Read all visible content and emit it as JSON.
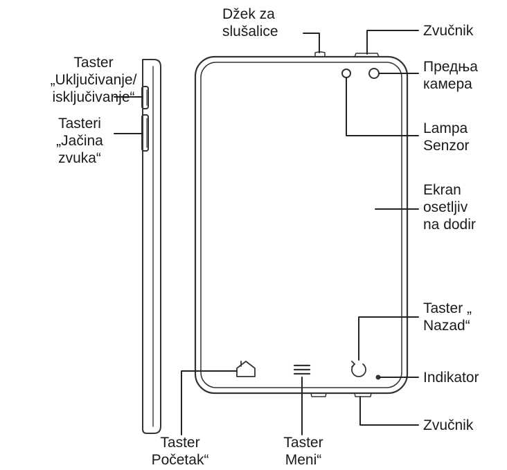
{
  "labels": {
    "power_button": "Taster\n„Uključivanje/\nisključivanje“",
    "volume_buttons": "Tasteri\n„Jačina\nzvuka“",
    "headphone_jack": "Džek za\nslušalice",
    "speaker_top": "Zvučnik",
    "front_camera": "Предња\nкамера",
    "lamp_sensor": "Lampa\nSenzor",
    "touch_screen": "Ekran\nosetljiv\nna dodir",
    "back_button": "Taster „\nNazad“",
    "indicator": "Indikator",
    "speaker_bottom": "Zvučnik",
    "home_button": "Taster\nPočetak“",
    "menu_button": "Taster\nMeni“"
  },
  "colors": {
    "line": "#222222",
    "outline": "#444444"
  },
  "icons": {
    "home": "home-icon",
    "menu": "menu-icon",
    "back": "back-icon"
  }
}
